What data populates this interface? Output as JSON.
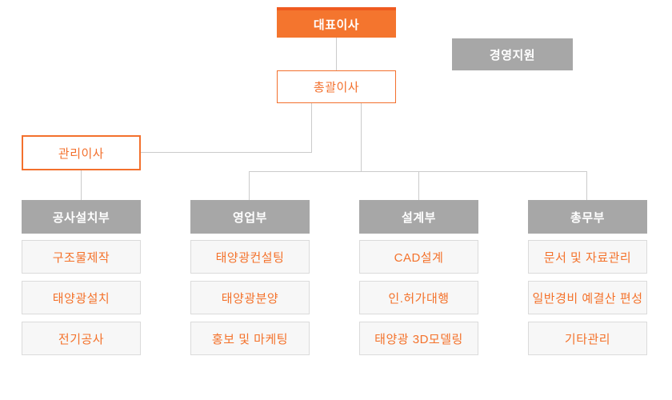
{
  "colors": {
    "accent_orange": "#F3702D",
    "accent_orange_dark": "#EF5A20",
    "gray_box": "#A7A7A7",
    "item_background": "#F7F7F7",
    "item_border": "#DBDBDB",
    "connector_line": "#CBCBCB",
    "white_text": "#FFFFFF"
  },
  "org_chart": {
    "ceo": {
      "label": "대표이사"
    },
    "management_support": {
      "label": "경영지원"
    },
    "executive_director": {
      "label": "총괄이사"
    },
    "managing_director": {
      "label": "관리이사"
    },
    "departments": [
      {
        "name": "공사설치부",
        "items": [
          "구조물제작",
          "태양광설치",
          "전기공사"
        ]
      },
      {
        "name": "영업부",
        "items": [
          "태양광컨설팅",
          "태양광분양",
          "홍보 및 마케팅"
        ]
      },
      {
        "name": "설계부",
        "items": [
          "CAD설계",
          "인.허가대행",
          "태양광 3D모델링"
        ]
      },
      {
        "name": "총무부",
        "items": [
          "문서 및 자료관리",
          "일반경비 예결산 편성",
          "기타관리"
        ]
      }
    ]
  }
}
